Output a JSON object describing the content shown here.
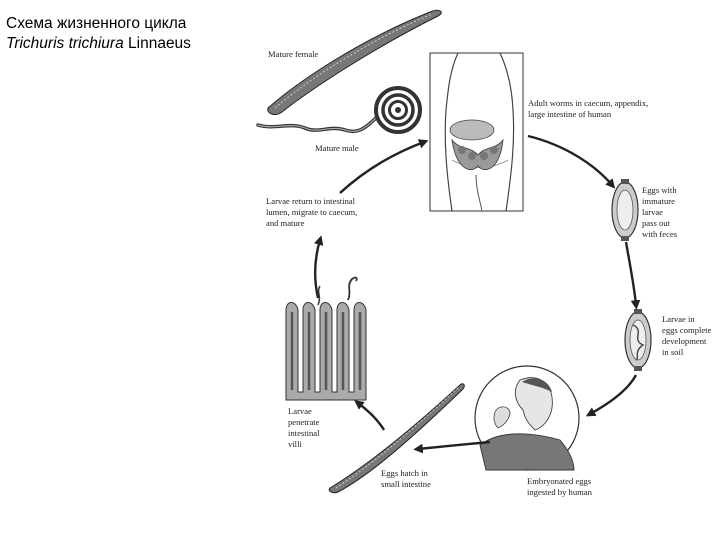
{
  "title": {
    "line1": "Схема жизненного цикла",
    "species": "Trichuris trichiura",
    "author": "Linnaeus"
  },
  "labels": {
    "mature_female": "Mature female",
    "mature_male": "Mature male",
    "adult": [
      "Adult worms in caecum, appendix,",
      "large intestine of human"
    ],
    "eggs_feces": [
      "Eggs with",
      "immature",
      "larvae",
      "pass out",
      "with feces"
    ],
    "larvae_soil": [
      "Larvae in",
      "eggs complete",
      "development",
      "in soil"
    ],
    "ingested": [
      "Embryonated eggs",
      "ingested by human"
    ],
    "hatch": [
      "Eggs hatch in",
      "small intestine"
    ],
    "penetrate": [
      "Larvae",
      "penetrate",
      "intestinal",
      "villi"
    ],
    "return": [
      "Larvae return to intestinal",
      "lumen, migrate to caecum,",
      "and mature"
    ]
  },
  "colors": {
    "ink": "#222222",
    "shade": "#9a9a9a",
    "light": "#d8d8d8",
    "dark": "#555555"
  }
}
